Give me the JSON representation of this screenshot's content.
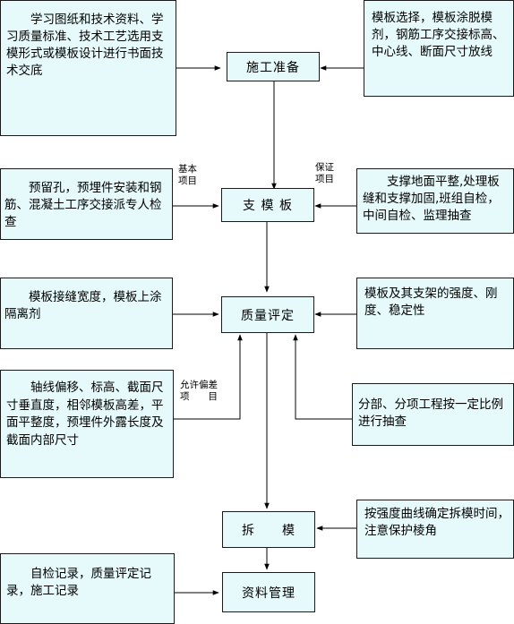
{
  "steps": {
    "prepare": "施工准备",
    "formwork": "支 模 板",
    "quality": "质量评定",
    "dismantle": "拆　　模",
    "records": "资料管理"
  },
  "left_boxes": {
    "study": "学习图纸和技术资料、学习质量标准、技术工艺选用支模形式或模板设计进行书面技术交底",
    "holes": "预留孔，预埋件安装和钢筋、混凝土工序交接派专人检查",
    "joints": "模板接缝宽度，模板上涂隔离剂",
    "axis": "轴线偏移、标高、截面尺寸垂直度，相邻模板高差，平面平整度，预埋件外露长度及截面内部尺寸",
    "self_check": "自检记录，质量评定记录，施工记录"
  },
  "right_boxes": {
    "selection": "模板选择，模板涂脱模剂，钢筋工序交接标高、中心线、断面尺寸放线",
    "support": "支撑地面平整,处理板缝和支撑加固,班组自检，中间自检、监理抽查",
    "strength": "模板及其支架的强度、刚度、稳定性",
    "sampling": "分部、分项工程按一定比例进行抽查",
    "curve": "按强度曲线确定拆模时间，注意保护棱角"
  },
  "annotations": {
    "basic_1": "基本",
    "basic_2": "项目",
    "guarantee_1": "保证",
    "guarantee_2": "项目",
    "tolerance_1": "允许偏差",
    "tolerance_2": "项　　目"
  }
}
